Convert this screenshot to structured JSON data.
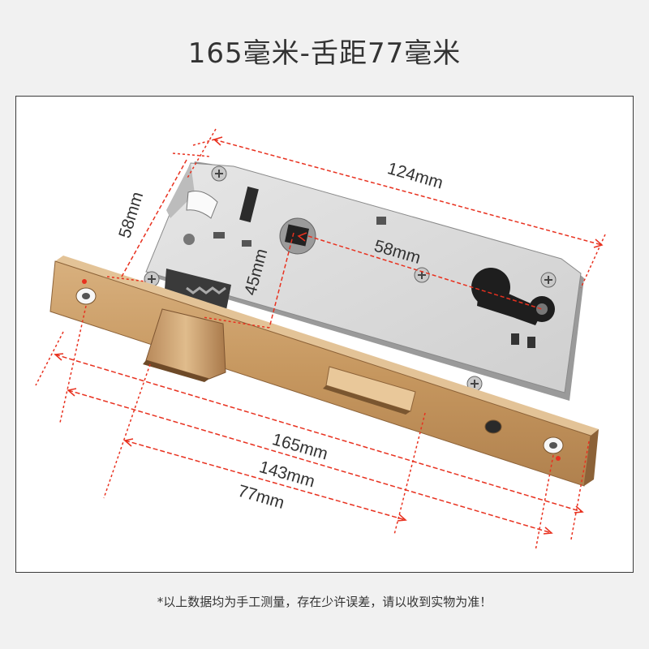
{
  "header": {
    "title": "165毫米-舌距77毫米"
  },
  "dimensions": {
    "case_width": "124mm",
    "backset": "58mm",
    "case_height": "58mm",
    "cylinder_offset": "45mm",
    "faceplate_length": "165mm",
    "screw_spacing": "143mm",
    "latch_to_cylinder": "77mm"
  },
  "footer": {
    "note": "*以上数据均为手工测量，存在少许误差，请以收到实物为准！"
  },
  "colors": {
    "dimension_line": "#e8311f",
    "faceplate": "#c79a68",
    "lock_body": "#d9d9d9"
  }
}
